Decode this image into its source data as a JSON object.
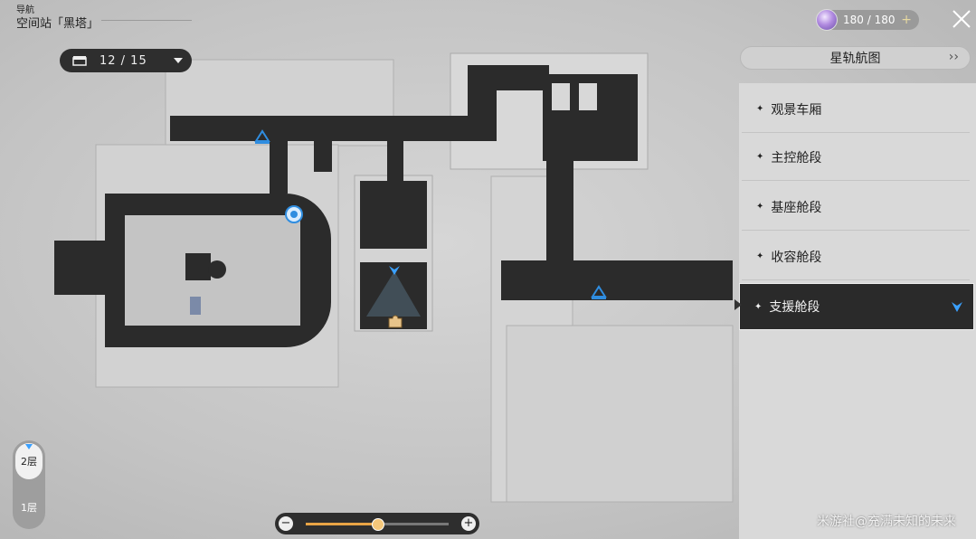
{
  "navigation": {
    "label": "导航",
    "location": "空间站「黑塔」"
  },
  "chest_counter": {
    "value": "12 / 15",
    "icon": "chest-icon"
  },
  "trailblaze_power": {
    "value": "180 / 180",
    "plus": "+"
  },
  "panel": {
    "header": "星轨航图",
    "items": [
      {
        "label": "观景车厢",
        "active": false
      },
      {
        "label": "主控舱段",
        "active": false
      },
      {
        "label": "基座舱段",
        "active": false
      },
      {
        "label": "收容舱段",
        "active": false
      },
      {
        "label": "支援舱段",
        "active": true
      }
    ]
  },
  "floors": {
    "active": "2层",
    "other": "1层"
  },
  "zoom": {
    "minus": "−",
    "plus": "+",
    "level": 0.5
  },
  "watermark": "米游社@充满未知的未来",
  "colors": {
    "corridor": "#2b2b2b",
    "teleport": "#2f8de0",
    "zoom_accent": "#e9a445",
    "panel_active": "#2a2a2a"
  }
}
